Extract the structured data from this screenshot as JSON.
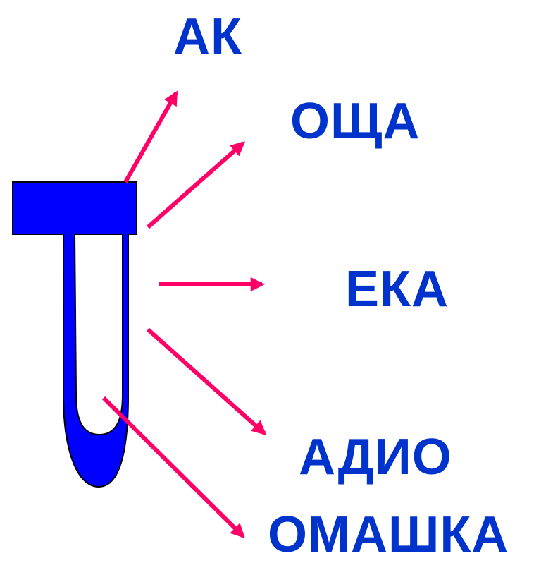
{
  "colors": {
    "letter_fill": "#0000FF",
    "letter_outline": "#000000",
    "arrow": "#FF0066",
    "word": "#0033CC",
    "background": "#FFFFFF"
  },
  "letter": {
    "icon": "cyrillic-letter-r-glyph"
  },
  "words": [
    {
      "text": "АК"
    },
    {
      "text": "ОЩА"
    },
    {
      "text": "ЕКА"
    },
    {
      "text": "АДИО"
    },
    {
      "text": "ОМАШКА"
    }
  ]
}
